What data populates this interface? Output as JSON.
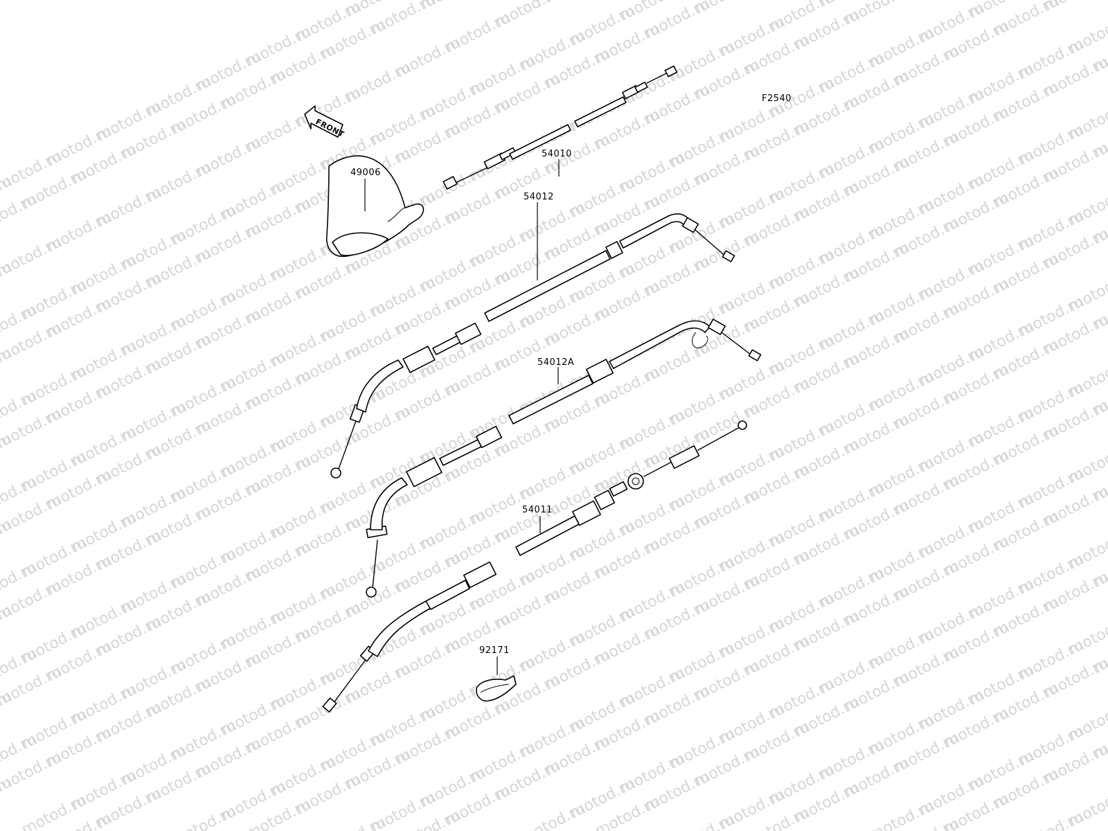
{
  "diagram": {
    "figure_code": "F2540",
    "front_label": "FRONT",
    "watermark_text": "motod.ru",
    "parts": [
      {
        "id": "p49006",
        "number": "49006"
      },
      {
        "id": "p54010",
        "number": "54010"
      },
      {
        "id": "p54012",
        "number": "54012"
      },
      {
        "id": "p54012A",
        "number": "54012A"
      },
      {
        "id": "p54011",
        "number": "54011"
      },
      {
        "id": "p92171",
        "number": "92171"
      }
    ]
  }
}
